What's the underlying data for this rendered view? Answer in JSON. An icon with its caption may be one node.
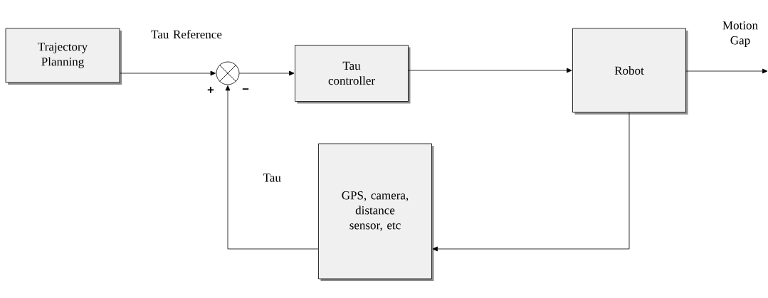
{
  "diagram": {
    "nodes": [
      {
        "text": [
          "Trajectory Planning"
        ]
      },
      {
        "text": [],
        "shape": "circle"
      },
      {
        "text": [
          "Tau controller"
        ]
      },
      {
        "text": [
          "Robot"
        ]
      },
      {
        "text": [
          "GPS, camera, distance sensor, etc"
        ]
      }
    ],
    "edges": [
      {
        "from": 0,
        "to": 1,
        "arrow": "to",
        "label": "Tau Reference"
      },
      {
        "from": 1,
        "to": 2,
        "arrow": "to"
      },
      {
        "from": 2,
        "to": 3,
        "arrow": "to"
      },
      {
        "from": 3,
        "to": null,
        "arrow": "to",
        "label": "Motion Gap"
      },
      {
        "from": 3,
        "to": 4,
        "arrow": "to"
      },
      {
        "from": 4,
        "to": 1,
        "arrow": "to",
        "label": "Tau"
      }
    ],
    "labels": [
      "+",
      "–"
    ]
  }
}
